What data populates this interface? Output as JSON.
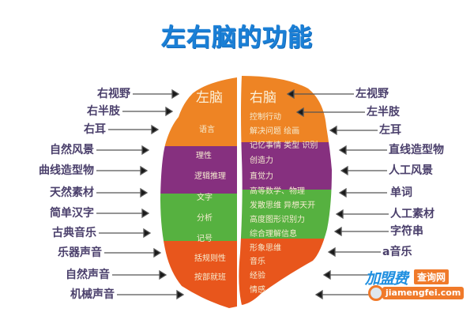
{
  "title": "左右脑的功能",
  "colors": {
    "title": "#1a7fd6",
    "orange": "#ee8424",
    "purple": "#86307f",
    "green": "#56b140",
    "red_orange": "#e8561c",
    "label_text": "#4a3f6b",
    "arrow": "#1a1a1a"
  },
  "left_labels": [
    {
      "text": "右视野"
    },
    {
      "text": "右半肢"
    },
    {
      "text": "右耳"
    },
    {
      "text": "自然风景"
    },
    {
      "text": "曲线造型物"
    },
    {
      "text": "天然素材"
    },
    {
      "text": "简单汉字"
    },
    {
      "text": "古典音乐"
    },
    {
      "text": "乐器声音"
    },
    {
      "text": "自然声音"
    },
    {
      "text": "机械声音"
    }
  ],
  "right_labels": [
    {
      "text": "左视野"
    },
    {
      "text": "左半肢"
    },
    {
      "text": "左耳"
    },
    {
      "text": "直线造型物"
    },
    {
      "text": "人工风景"
    },
    {
      "text": "单词"
    },
    {
      "text": "人工素材"
    },
    {
      "text": "字符串"
    },
    {
      "text": "a音乐"
    }
  ],
  "left_brain": {
    "heading": "左脑",
    "items": [
      "语言",
      "理性",
      "逻辑推理",
      "文字",
      "分析",
      "记号",
      "括规则性",
      "按部就班"
    ]
  },
  "right_brain": {
    "heading": "右脑",
    "items": [
      "控制行动",
      "解决问题 绘画",
      "记忆事情 类型 识别",
      "创造力",
      "直觉力",
      "高等数学、物理",
      "发散思维 异想天开",
      "高度图形识别力",
      "综合理解信息",
      "形象思维",
      "音乐",
      "经验",
      "情感"
    ]
  },
  "watermark": {
    "brand": "加盟费",
    "badge": "查询网",
    "url": "jiamengfei.com"
  }
}
